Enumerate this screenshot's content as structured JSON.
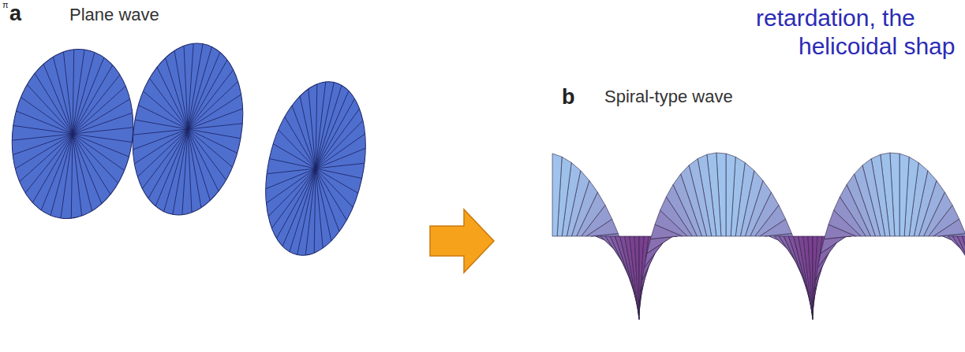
{
  "diagram": {
    "labels": [
      "π",
      "a",
      "Plane wave",
      "b",
      "Spiral-type wave",
      "retardation, the",
      "helicoidal shap"
    ]
  }
}
